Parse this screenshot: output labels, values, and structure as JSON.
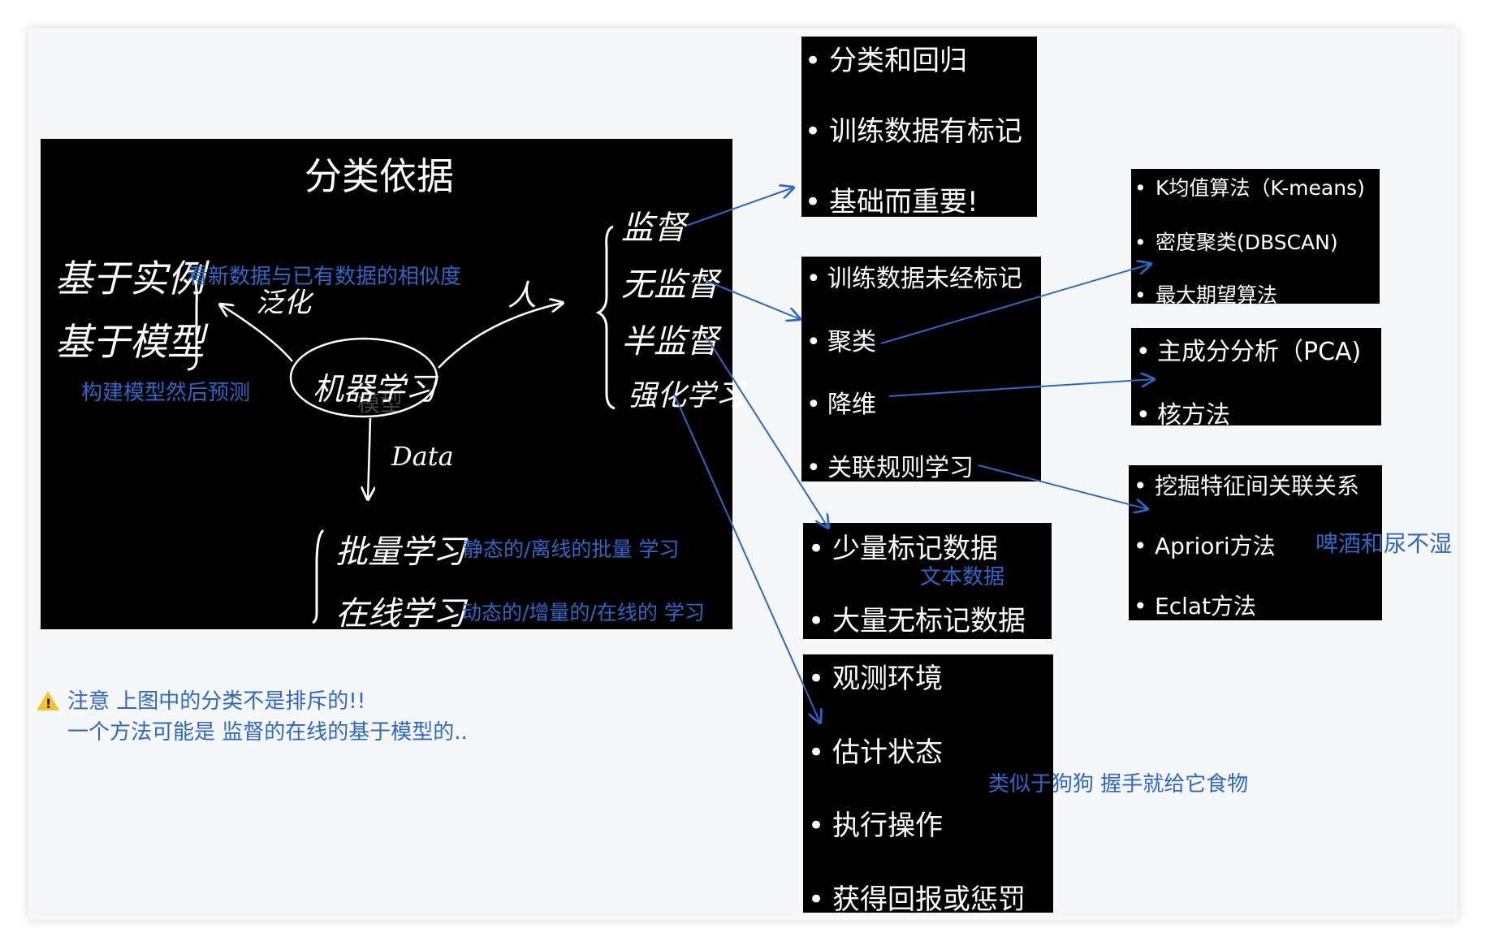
{
  "diagram": {
    "main_panel": {
      "title": "分类依据",
      "center_node": "机器学习",
      "center_ghost": "模型",
      "left_branch": {
        "edge_label": "泛化",
        "items": [
          "基于实例",
          "基于模型"
        ],
        "instance_note": "看新数据与已有数据的相似度",
        "model_note": "构建模型然后预测"
      },
      "right_branch": {
        "edge_label": "人",
        "items": [
          "监督",
          "无监督",
          "半监督",
          "强化学习"
        ]
      },
      "bottom_branch": {
        "edge_label": "Data",
        "items": [
          "批量学习",
          "在线学习"
        ],
        "batch_note": "静态的/离线的批量 学习",
        "online_note": "动态的/增量的/在线的 学习"
      }
    },
    "supervised_box": [
      "分类和回归",
      "训练数据有标记",
      "基础而重要!"
    ],
    "unsupervised_box": [
      "训练数据未经标记",
      "聚类",
      "降维",
      "关联规则学习"
    ],
    "clustering_box": [
      "K均值算法（K-means)",
      "密度聚类(DBSCAN)",
      "最大期望算法"
    ],
    "dimreduce_box": [
      "主成分分析（PCA)",
      "核方法"
    ],
    "association_box": {
      "items": [
        "挖掘特征间关联关系",
        "Apriori方法",
        "Eclat方法"
      ],
      "note": "啤酒和尿不湿"
    },
    "semi_box": {
      "items": [
        "少量标记数据",
        "大量无标记数据"
      ],
      "note": "文本数据"
    },
    "rl_box": {
      "items": [
        "观测环境",
        "估计状态",
        "执行操作",
        "获得回报或惩罚"
      ],
      "note": "类似于狗狗 握手就给它食物"
    },
    "warning": {
      "icon": "warning-icon",
      "line1": "注意 上图中的分类不是排斥的!!",
      "line2": "一个方法可能是 监督的在线的基于模型的.."
    }
  },
  "colors": {
    "annotation_blue": "#2f67c7",
    "panel_black": "#000000",
    "warning_yellow": "#f2c230"
  }
}
